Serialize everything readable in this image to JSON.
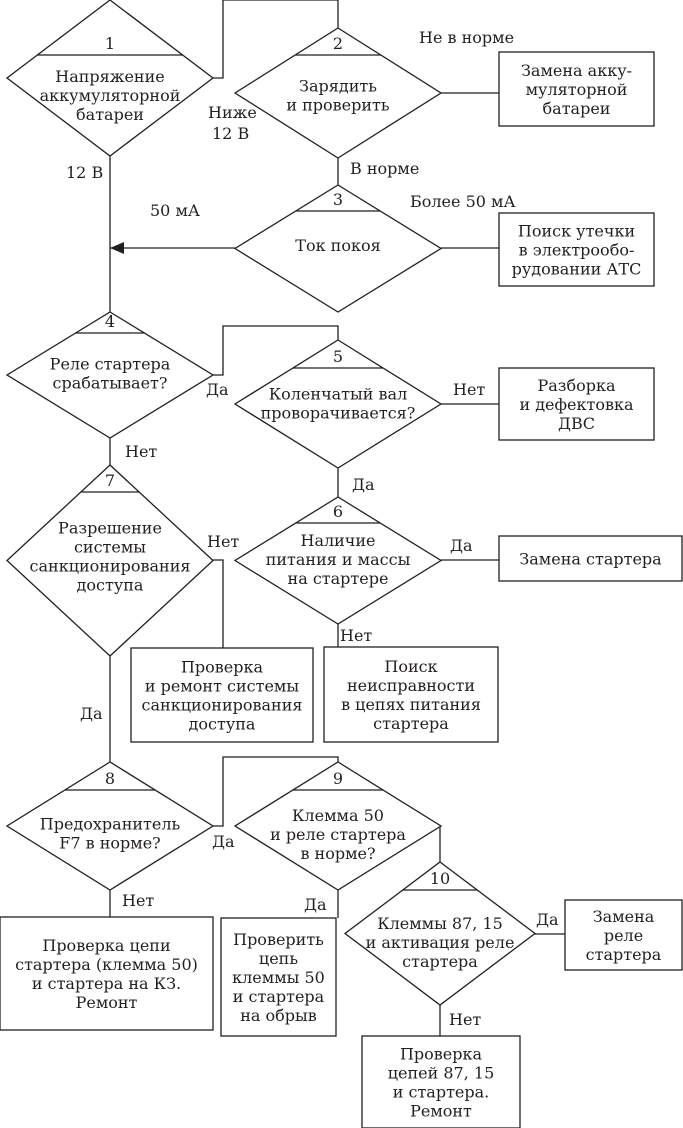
{
  "decisions": [
    {
      "id": "1",
      "lines": [
        "Напряжение",
        "аккумуляторной",
        "батареи"
      ]
    },
    {
      "id": "2",
      "lines": [
        "Зарядить",
        "и проверить"
      ]
    },
    {
      "id": "3",
      "lines": [
        "Ток покоя"
      ]
    },
    {
      "id": "4",
      "lines": [
        "Реле стартера",
        "срабатывает?"
      ]
    },
    {
      "id": "5",
      "lines": [
        "Коленчатый вал",
        "проворачивается?"
      ]
    },
    {
      "id": "6",
      "lines": [
        "Наличие",
        "питания и массы",
        "на стартере"
      ]
    },
    {
      "id": "7",
      "lines": [
        "Разрешение",
        "системы",
        "санкционирования",
        "доступа"
      ]
    },
    {
      "id": "8",
      "lines": [
        "Предохранитель",
        "F7 в норме?"
      ]
    },
    {
      "id": "9",
      "lines": [
        "Клемма 50",
        "и реле стартера",
        "в норме?"
      ]
    },
    {
      "id": "10",
      "lines": [
        "Клеммы 87, 15",
        "и активация реле",
        "стартера"
      ]
    }
  ],
  "actions": [
    {
      "id": "battery_replace",
      "lines": [
        "Замена акку-",
        "муляторной",
        "батареи"
      ]
    },
    {
      "id": "leak_search",
      "lines": [
        "Поиск утечки",
        "в электрообо-",
        "рудовании АТС"
      ]
    },
    {
      "id": "engine_disassembly",
      "lines": [
        "Разборка",
        "и дефектовка",
        "ДВС"
      ]
    },
    {
      "id": "starter_replace",
      "lines": [
        "Замена стартера"
      ]
    },
    {
      "id": "access_system_repair",
      "lines": [
        "Проверка",
        "и ремонт системы",
        "санкционирования",
        "доступа"
      ]
    },
    {
      "id": "starter_power_fault",
      "lines": [
        "Поиск",
        "неисправности",
        "в цепях питания",
        "стартера"
      ]
    },
    {
      "id": "starter_circuit_check",
      "lines": [
        "Проверка цепи",
        "стартера (клемма 50)",
        "и стартера на КЗ.",
        "Ремонт"
      ]
    },
    {
      "id": "terminal50_check",
      "lines": [
        "Проверить",
        "цепь",
        "клеммы 50",
        "и стартера",
        "на обрыв"
      ]
    },
    {
      "id": "relay_replace",
      "lines": [
        "Замена",
        "реле",
        "стартера"
      ]
    },
    {
      "id": "circuit_87_15_check",
      "lines": [
        "Проверка",
        "цепей 87, 15",
        "и стартера.",
        "Ремонт"
      ]
    }
  ],
  "edge_labels": {
    "d1_below": [
      "Ниже",
      "12 В"
    ],
    "d1_ok": "12 В",
    "d2_fail": "Не в норме",
    "d2_ok": "В норме",
    "d3_more": "Более 50 мА",
    "d3_ok": "50 мА",
    "d4_yes": "Да",
    "d4_no": "Нет",
    "d5_no": "Нет",
    "d5_yes": "Да",
    "d6_yes": "Да",
    "d6_no": "Нет",
    "d7_no": "Нет",
    "d7_yes": "Да",
    "d8_yes": "Да",
    "d8_no": "Нет",
    "d9_yes": "Да",
    "d10_yes": "Да",
    "d10_no": "Нет"
  }
}
